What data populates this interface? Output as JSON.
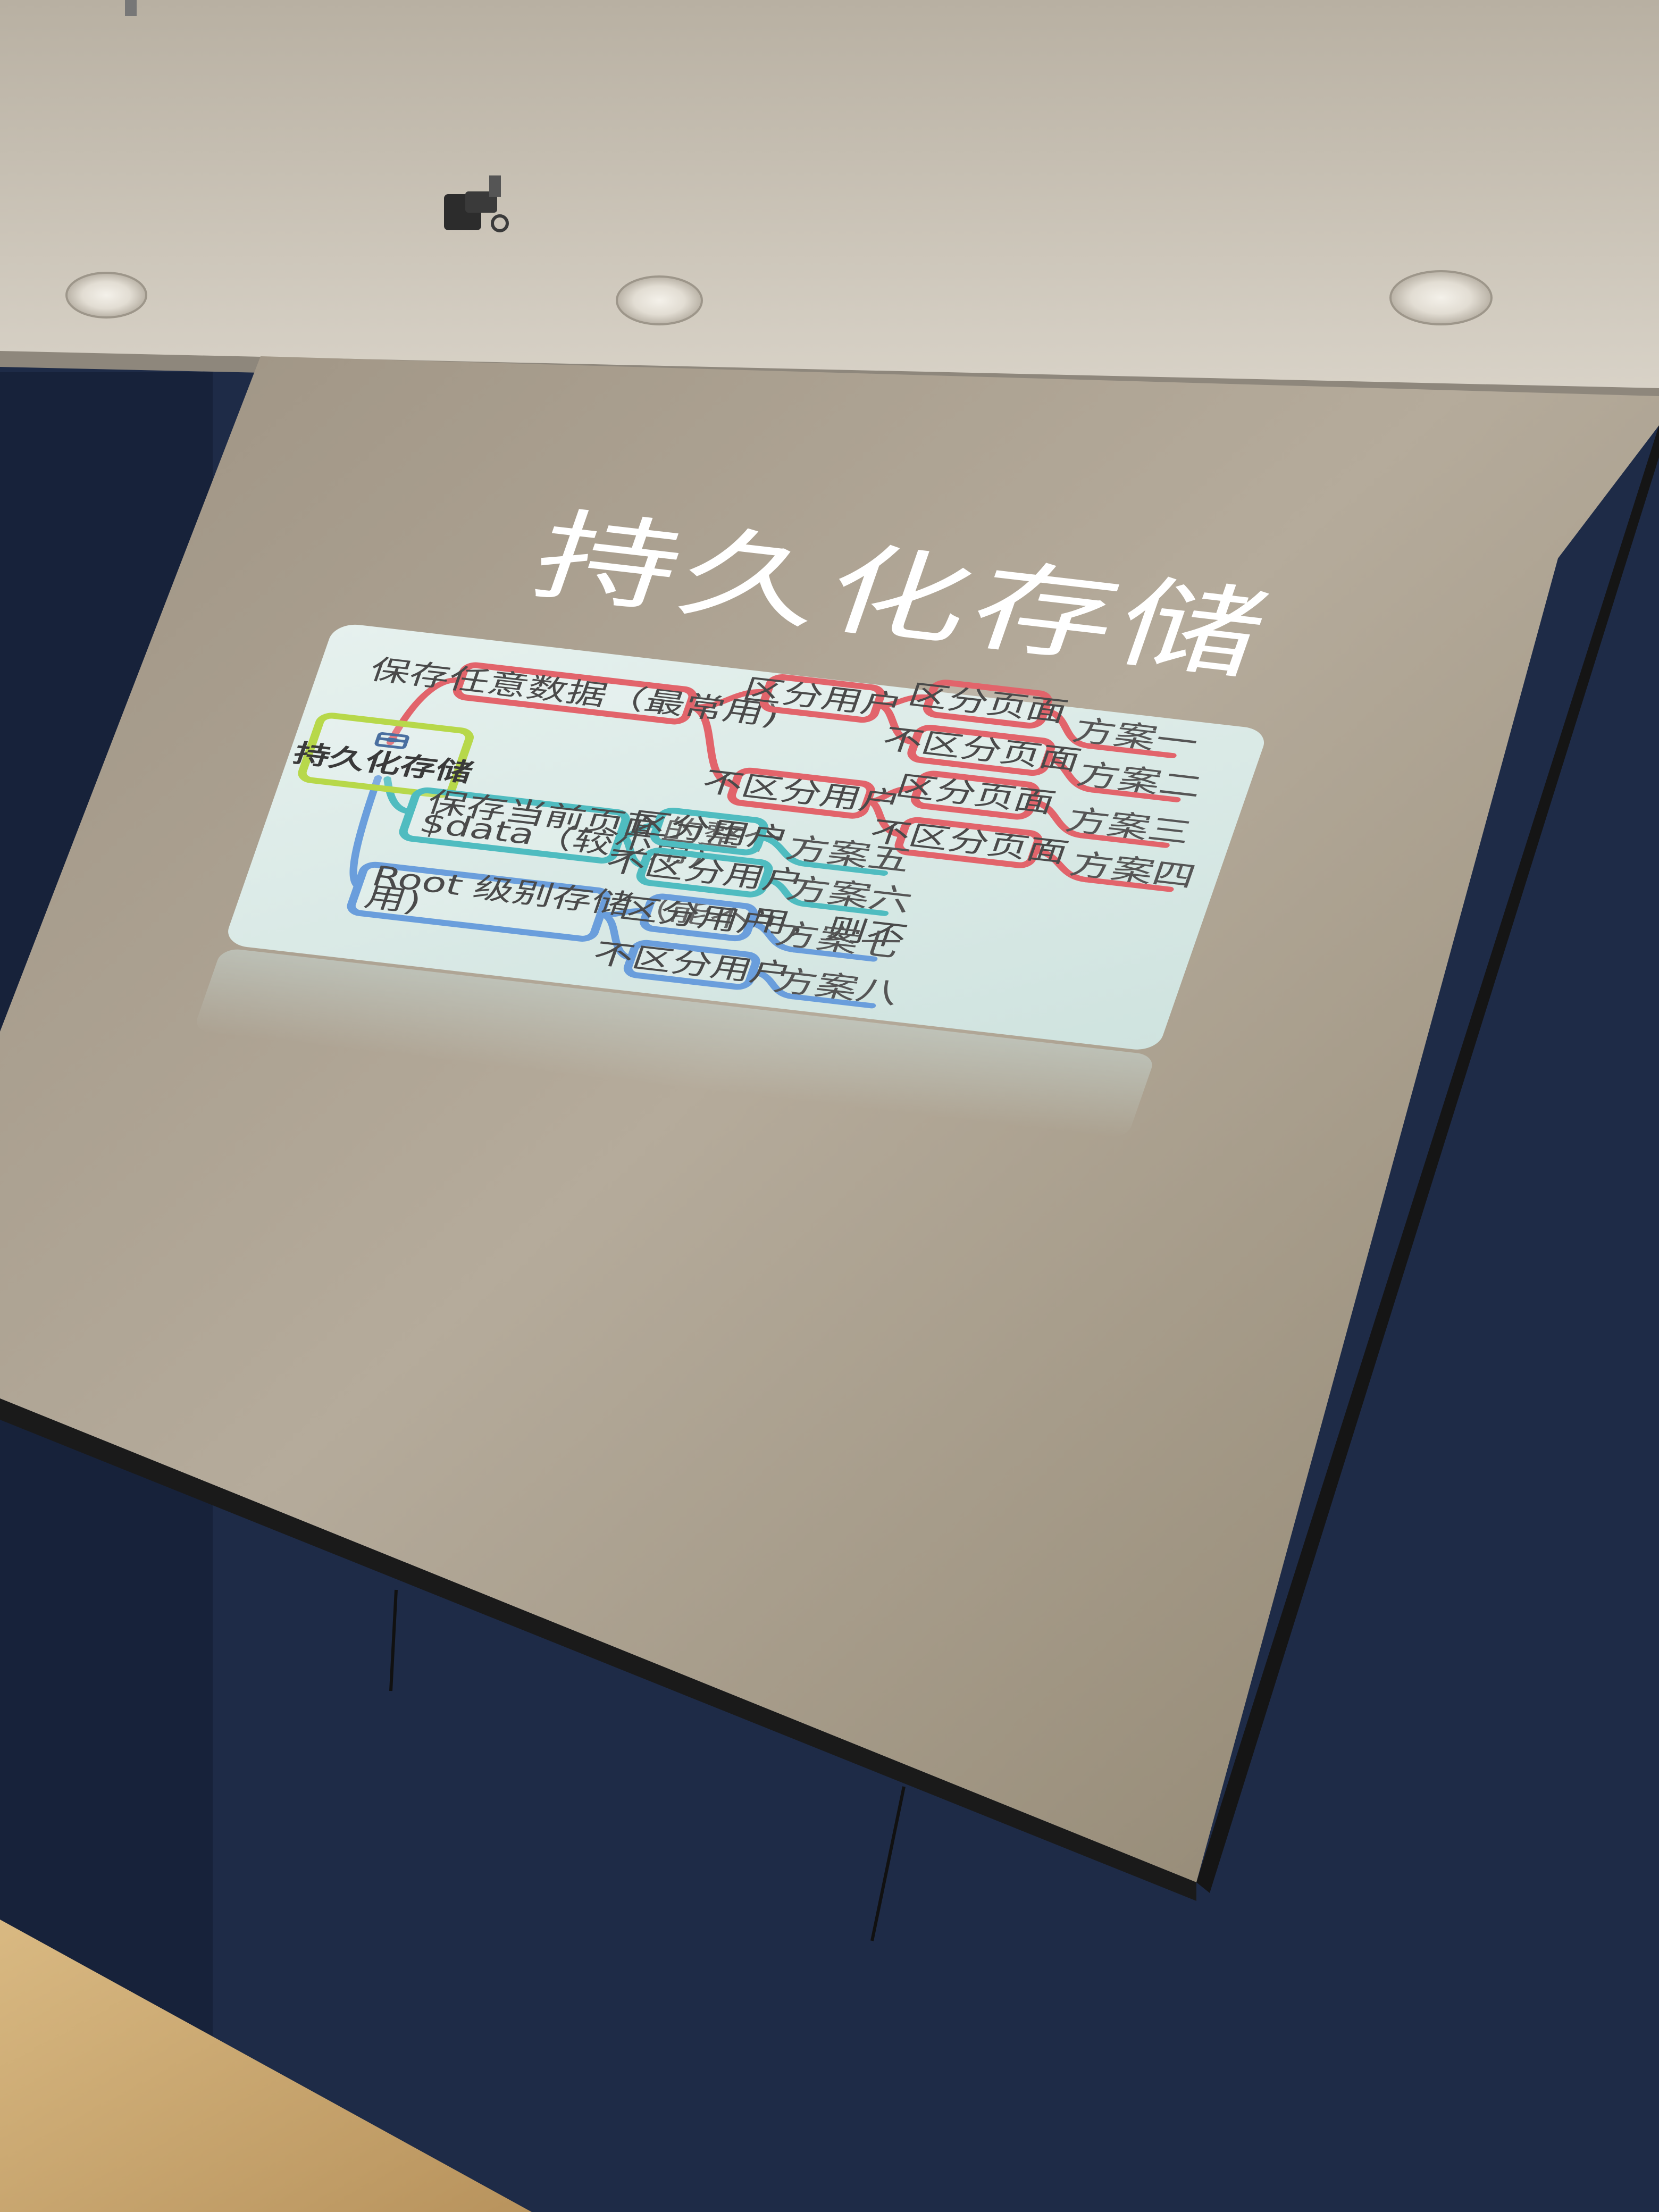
{
  "slide": {
    "title": "持久化存储"
  },
  "mindmap": {
    "root": "持久化存储",
    "colors": {
      "root": "#b7d84a",
      "red": "#e2646b",
      "teal": "#4fbcc0",
      "blue": "#6a9edc"
    },
    "branch1": {
      "label": "保存任意数据（最常用)",
      "user": "区分用户",
      "user_page": "区分页面",
      "user_nopage": "不区分页面",
      "nouser": "不区分用户",
      "nouser_page": "区分页面",
      "nouser_nopage": "不区分页面",
      "plan1": "方案一",
      "plan2": "方案二",
      "plan3": "方案三",
      "plan4": "方案四"
    },
    "branch2": {
      "label_line1": "保存当前页面的整个",
      "label_line2": "$data（较少用)",
      "user": "区分用户",
      "nouser": "不区分用户",
      "plan5": "方案五",
      "plan6": "方案六"
    },
    "branch3": {
      "label_line1": "Root 级别存储（能不用，则不",
      "label_line2": "用)",
      "user": "区分用户",
      "nouser": "不区分用户",
      "plan7": "方案七",
      "plan8": "方案八"
    }
  }
}
